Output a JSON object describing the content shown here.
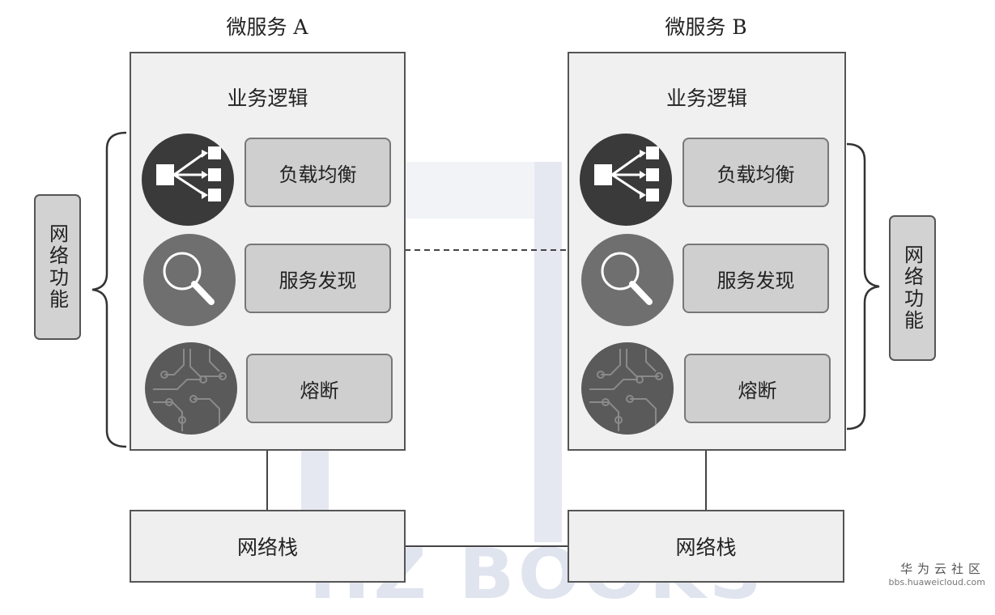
{
  "service_a": {
    "title": "微服务 A",
    "business_logic": "业务逻辑",
    "features": [
      "负载均衡",
      "服务发现",
      "熔断"
    ],
    "network_stack": "网络栈"
  },
  "service_b": {
    "title": "微服务 B",
    "business_logic": "业务逻辑",
    "features": [
      "负载均衡",
      "服务发现",
      "熔断"
    ],
    "network_stack": "网络栈"
  },
  "side_labels": {
    "left": "网络功能",
    "right": "网络功能"
  },
  "watermark": "HZ BOOKS",
  "site": {
    "name": "华为云社区",
    "url": "bbs.huaweicloud.com"
  },
  "icons": [
    "load-balancer-icon",
    "magnifier-icon",
    "circuit-icon"
  ]
}
